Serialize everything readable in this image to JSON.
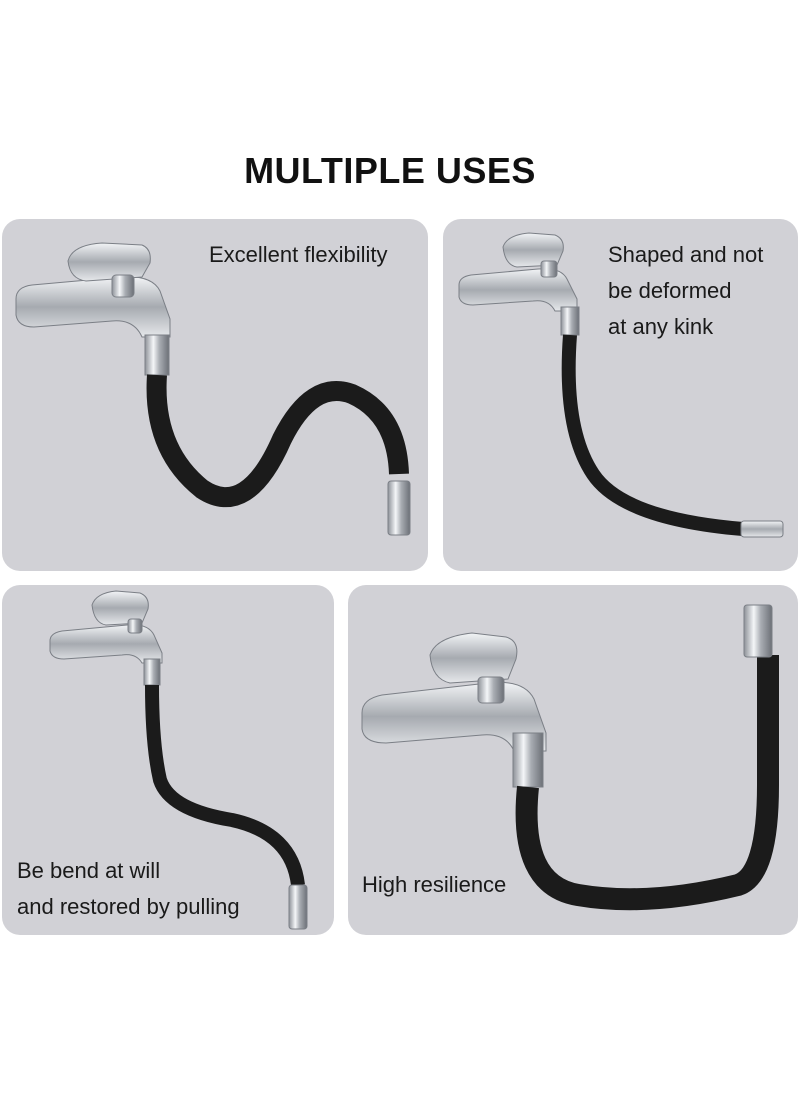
{
  "title": "MULTIPLE USES",
  "colors": {
    "panel": "#d1d1d6",
    "hose": "#1b1b1b",
    "chrome": "#c8ccd2"
  },
  "panels": [
    {
      "lines": [
        "Excellent flexibility"
      ]
    },
    {
      "lines": [
        "Shaped and not",
        "be deformed",
        "at any kink"
      ]
    },
    {
      "lines": [
        "Be bend at will",
        "and restored by pulling"
      ]
    },
    {
      "lines": [
        "High resilience"
      ]
    }
  ]
}
